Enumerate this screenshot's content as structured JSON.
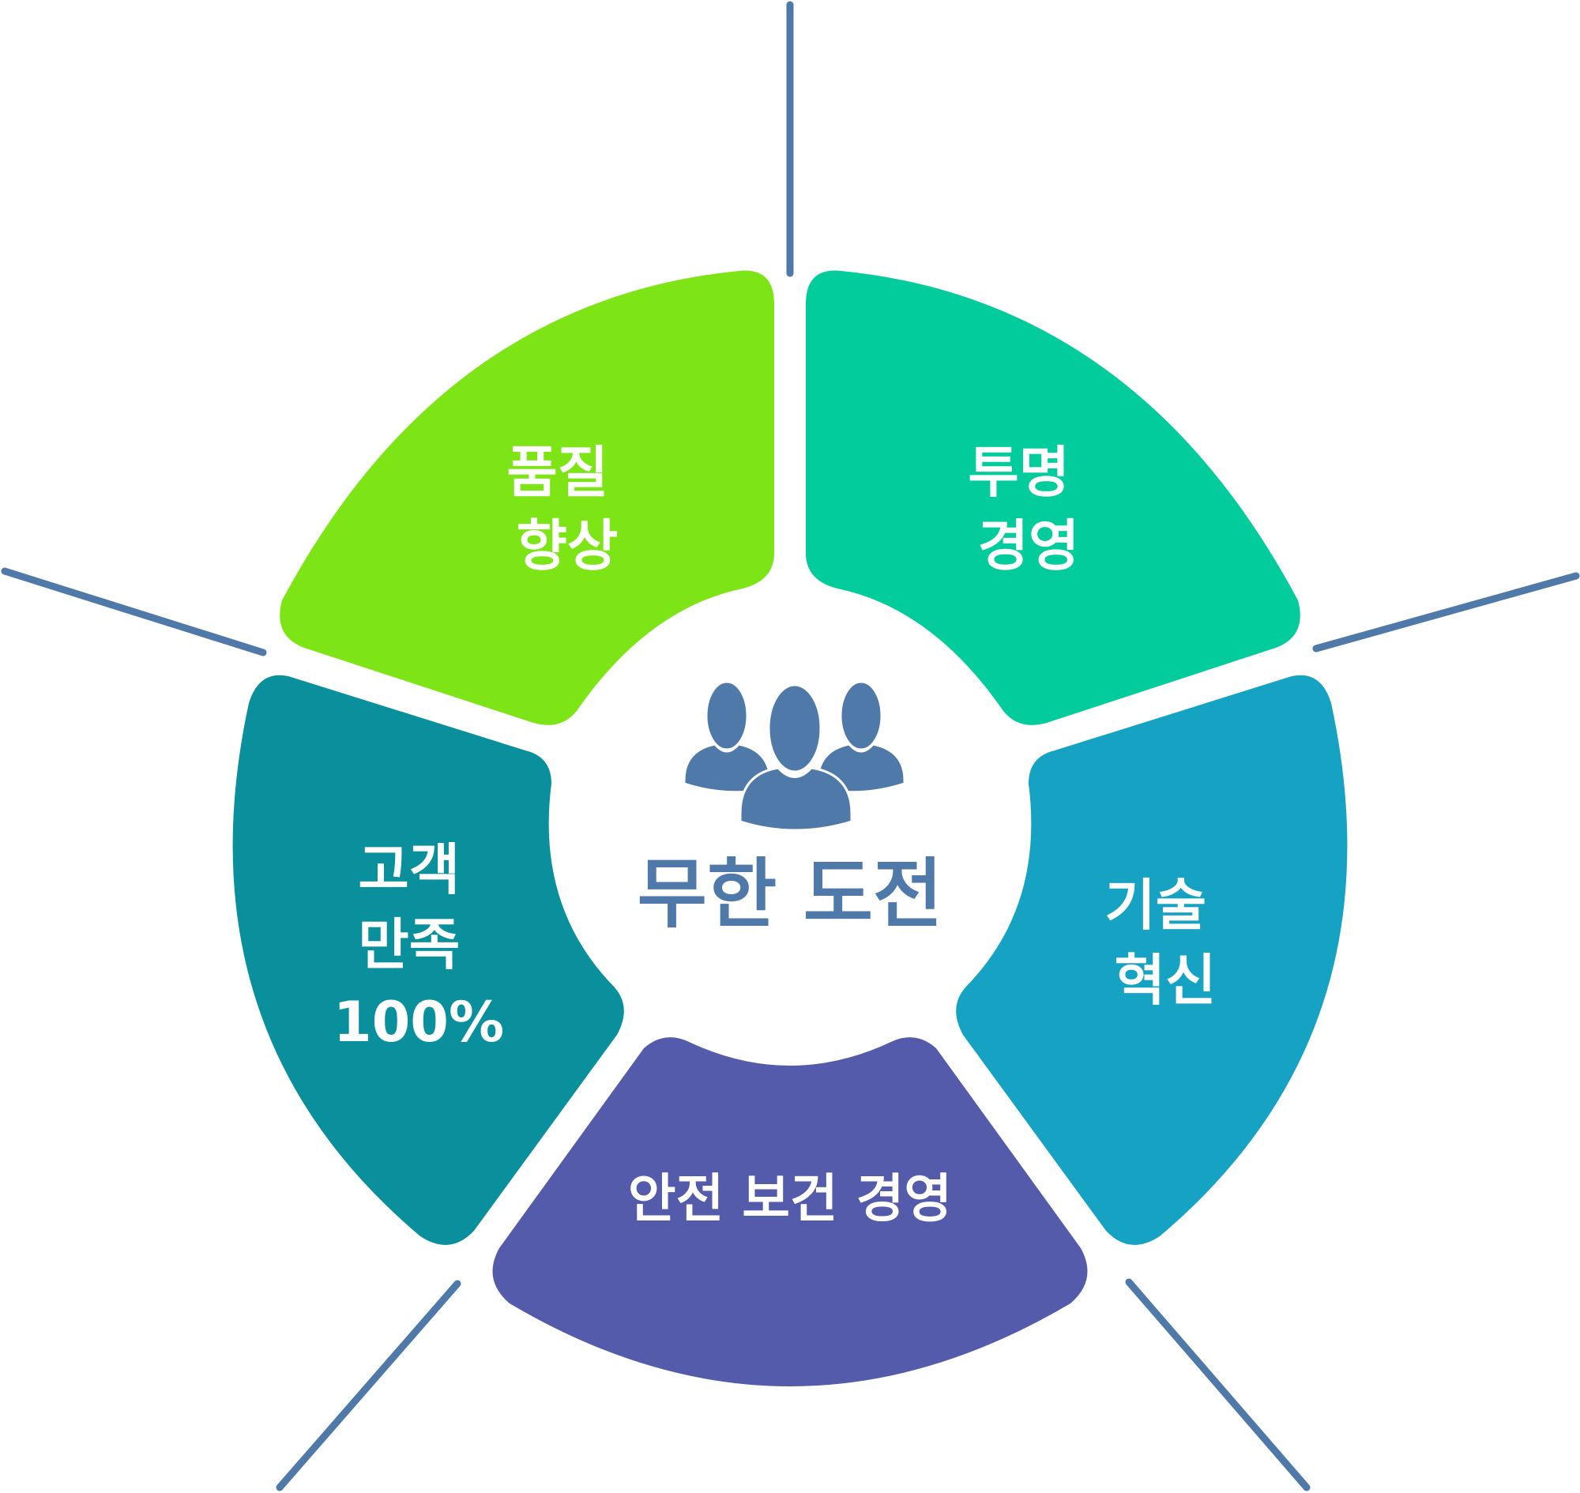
{
  "center": {
    "title": "무한 도전",
    "icon": "people-group-icon",
    "color": "#4f79a9"
  },
  "line_color": "#4f79a9",
  "segments": [
    {
      "id": "quality",
      "lines": [
        "품질",
        "향상"
      ],
      "color": "#7de516"
    },
    {
      "id": "transparency",
      "lines": [
        "투명",
        "경영"
      ],
      "color": "#02cc9c"
    },
    {
      "id": "tech",
      "lines": [
        "기술",
        "혁신"
      ],
      "color": "#15a2c3"
    },
    {
      "id": "safety",
      "lines": [
        "안전 보건 경영"
      ],
      "color": "#535baa"
    },
    {
      "id": "customer",
      "lines": [
        "고객",
        "만족",
        "100%"
      ],
      "color": "#0a8f9d"
    }
  ]
}
